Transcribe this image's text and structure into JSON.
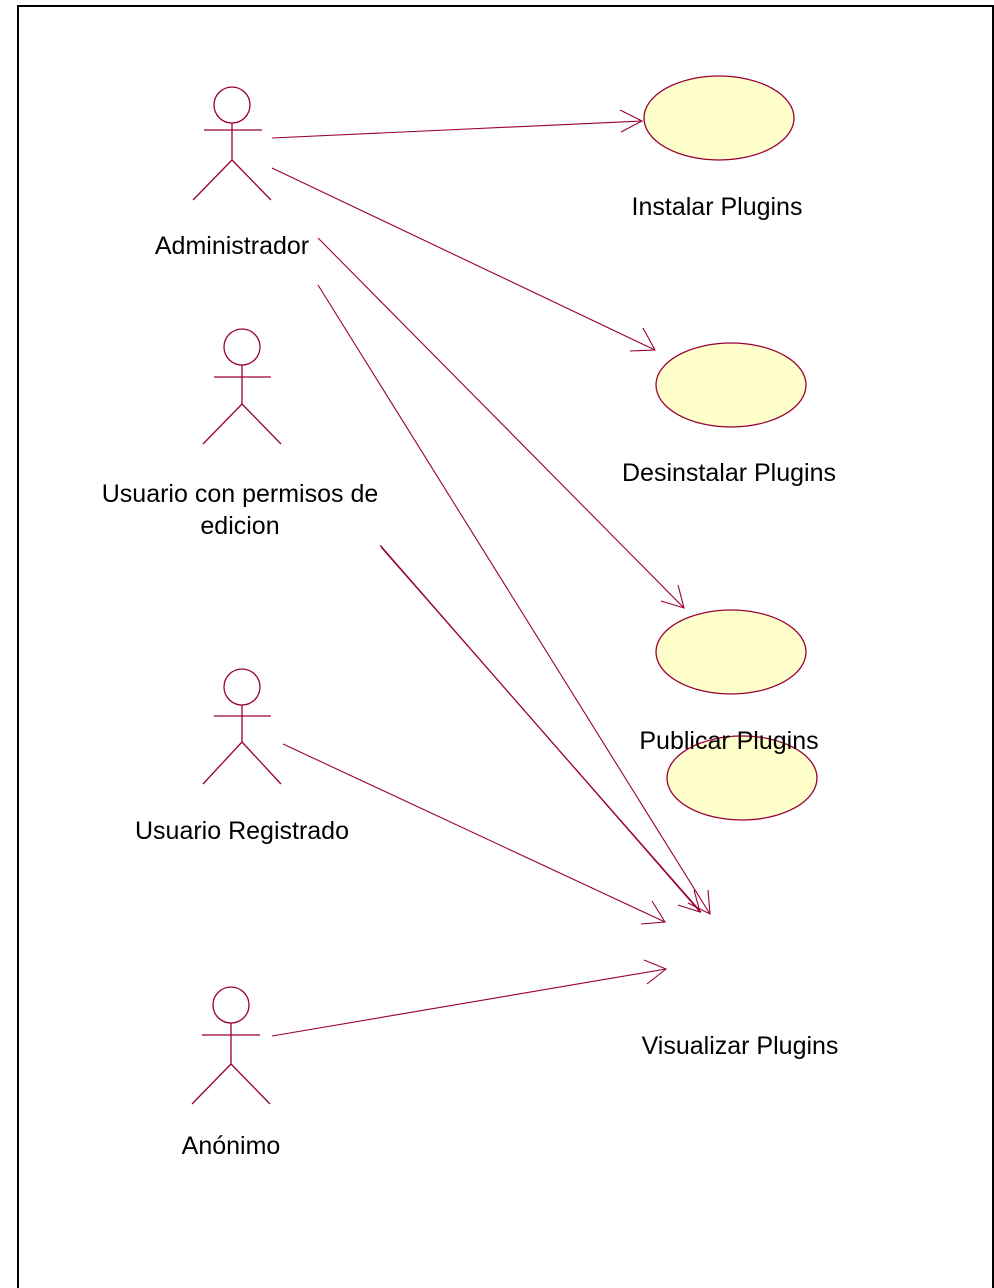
{
  "colors": {
    "line": "#990033",
    "usecase_fill": "#ffffcc",
    "frame": "#000000"
  },
  "actors": [
    {
      "id": "administrador",
      "label": "Administrador"
    },
    {
      "id": "editor",
      "label_line1": "Usuario con permisos de",
      "label_line2": "edicion"
    },
    {
      "id": "registrado",
      "label": "Usuario Registrado"
    },
    {
      "id": "anonimo",
      "label": "Anónimo"
    }
  ],
  "use_cases": [
    {
      "id": "instalar",
      "label": "Instalar Plugins"
    },
    {
      "id": "desinstalar",
      "label": "Desinstalar Plugins"
    },
    {
      "id": "publicar",
      "label": "Publicar Plugins"
    },
    {
      "id": "visualizar",
      "label": "Visualizar Plugins"
    }
  ],
  "associations": [
    {
      "from": "administrador",
      "to": "instalar"
    },
    {
      "from": "administrador",
      "to": "desinstalar"
    },
    {
      "from": "administrador",
      "to": "publicar"
    },
    {
      "from": "administrador",
      "to": "visualizar"
    },
    {
      "from": "editor",
      "to": "visualizar"
    },
    {
      "from": "registrado",
      "to": "visualizar"
    },
    {
      "from": "anonimo",
      "to": "visualizar"
    }
  ]
}
